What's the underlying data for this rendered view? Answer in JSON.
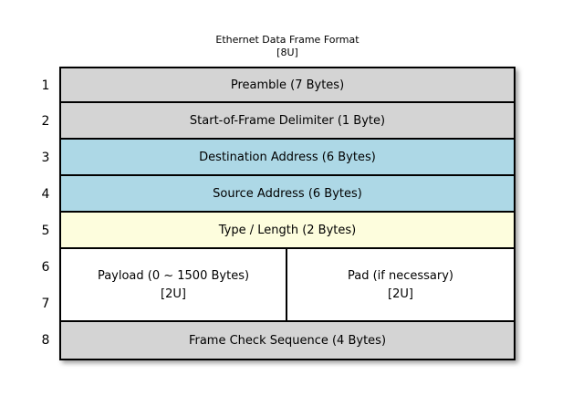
{
  "title": "Ethernet Data Frame Format",
  "subtitle": "[8U]",
  "row_numbers": [
    "1",
    "2",
    "3",
    "4",
    "5",
    "6",
    "7",
    "8"
  ],
  "fields": [
    {
      "label": "Preamble (7 Bytes)"
    },
    {
      "label": "Start-of-Frame Delimiter (1 Byte)"
    },
    {
      "label": "Destination Address (6 Bytes)"
    },
    {
      "label": "Source Address (6 Bytes)"
    },
    {
      "label": "Type / Length (2 Bytes)"
    },
    {
      "payload": {
        "label": "Payload (0 ~ 1500 Bytes)",
        "units": "[2U]"
      },
      "pad": {
        "label": "Pad (if necessary)",
        "units": "[2U]"
      }
    },
    {
      "label": "Frame Check Sequence (4 Bytes)"
    }
  ],
  "colors": {
    "row_gray": "#d4d4d4",
    "row_blue": "#add8e6",
    "row_yellow": "#fdfddd",
    "row_white": "#ffffff",
    "border": "#000000",
    "background": "#ffffff"
  }
}
